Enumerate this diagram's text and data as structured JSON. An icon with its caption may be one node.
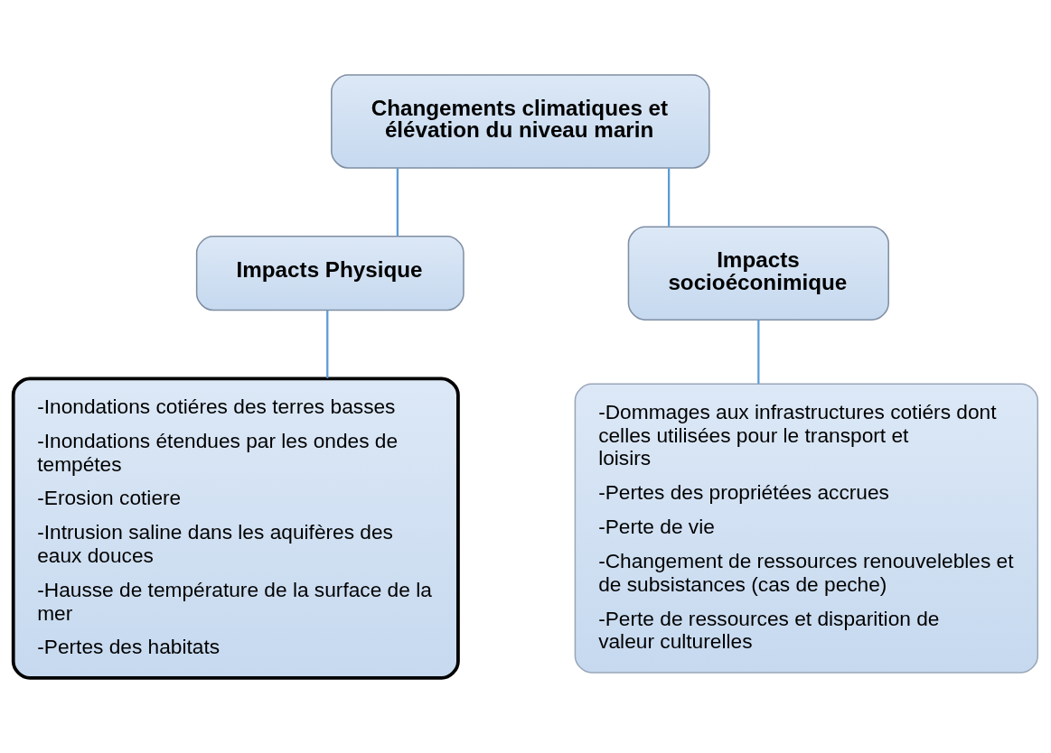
{
  "diagram": {
    "nodes": [
      {
        "text": [
          "Changements climatiques et élévation du niveau marin"
        ]
      },
      {
        "text": [
          "Impacts Physique"
        ]
      },
      {
        "text": [
          "Impacts socioéconimique"
        ]
      },
      {
        "text": [
          "-Inondations cotiéres des terres basses",
          "-Inondations étendues par les ondes de tempétes",
          "-Erosion cotiere",
          "-Intrusion saline dans les aquifères des eaux douces",
          "-Hausse de température de la surface de la mer",
          "-Pertes des habitats"
        ]
      },
      {
        "text": [
          "-Dommages aux infrastructures cotiérs dont celles utilisées pour le transport et loisirs",
          "-Pertes des propriétées accrues",
          "-Perte de vie",
          "-Changement de ressources renouvelebles et de subsistances (cas de peche)",
          "-Perte de ressources et disparition de valeur culturelles"
        ]
      }
    ],
    "edges": [
      {
        "from": 0,
        "to": 1,
        "arrow": "none"
      },
      {
        "from": 0,
        "to": 2,
        "arrow": "none"
      },
      {
        "from": 1,
        "to": 3,
        "arrow": "none"
      },
      {
        "from": 2,
        "to": 4,
        "arrow": "none"
      }
    ]
  }
}
